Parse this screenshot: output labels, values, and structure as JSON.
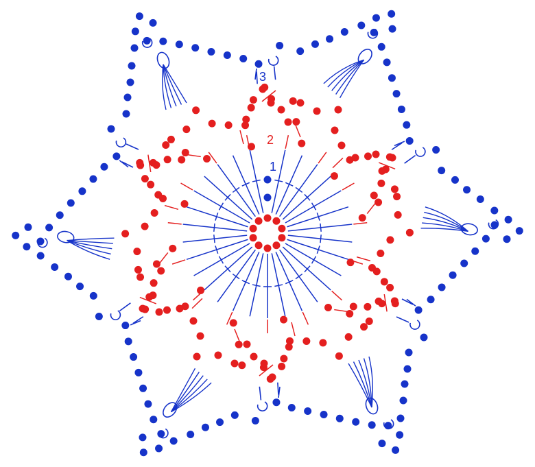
{
  "diagram": {
    "type": "crochet-snowflake-chart",
    "symmetry": 6,
    "colors": {
      "background": "#ffffff",
      "round_1_and_3": "#1633c9",
      "round_2": "#e41f1f"
    },
    "round_labels": [
      "1",
      "2",
      "3"
    ],
    "round_label_colors": [
      "#1633c9",
      "#e41f1f",
      "#1633c9"
    ],
    "symbols": [
      "chain",
      "double-crochet",
      "picot",
      "cluster",
      "long-stitch"
    ]
  }
}
